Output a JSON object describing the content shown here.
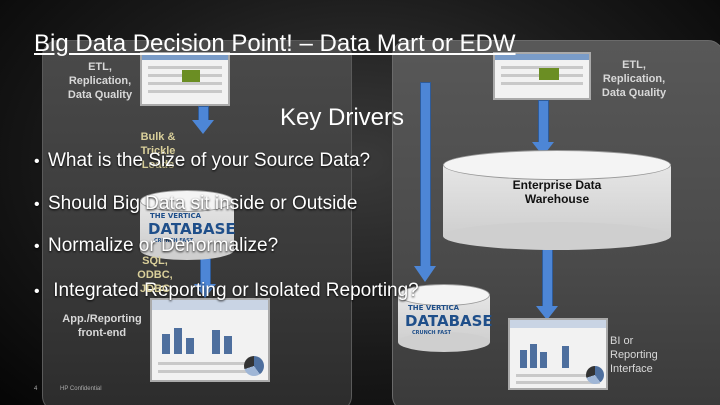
{
  "slide": {
    "title": "Big Data Decision Point! – Data Mart or EDW",
    "left_etl": [
      "ETL,",
      "Replication,",
      "Data Quality"
    ],
    "right_etl": [
      "ETL,",
      "Replication,",
      "Data Quality"
    ],
    "key_drivers": "Key Drivers",
    "bulk_trickle": [
      "Bulk &",
      "Trickle",
      "Loads"
    ],
    "bullets": [
      "What is the Size of your Source Data?",
      "Should Big Data sit inside or Outside",
      "Normalize or Denormalize?",
      "Integrated Reporting or Isolated Reporting?"
    ],
    "sql_odbc": [
      "SQL,",
      "ODBC,",
      "JDBC"
    ],
    "app_reporting": [
      "App./Reporting",
      "front-end"
    ],
    "enterprise_dw": [
      "Enterprise Data",
      "Warehouse"
    ],
    "bi_reporting": [
      "BI or",
      "Reporting",
      "Interface"
    ],
    "vertica_the": "THE VERTICA",
    "vertica_database": "DATABASE",
    "vertica_tag": "CRUNCH FAST",
    "page_number": "4",
    "confidential": "HP Confidential"
  },
  "colors": {
    "arrow": "#4d86d6",
    "panel_left": "#3a3a3a",
    "panel_right": "#4a4a4a"
  }
}
